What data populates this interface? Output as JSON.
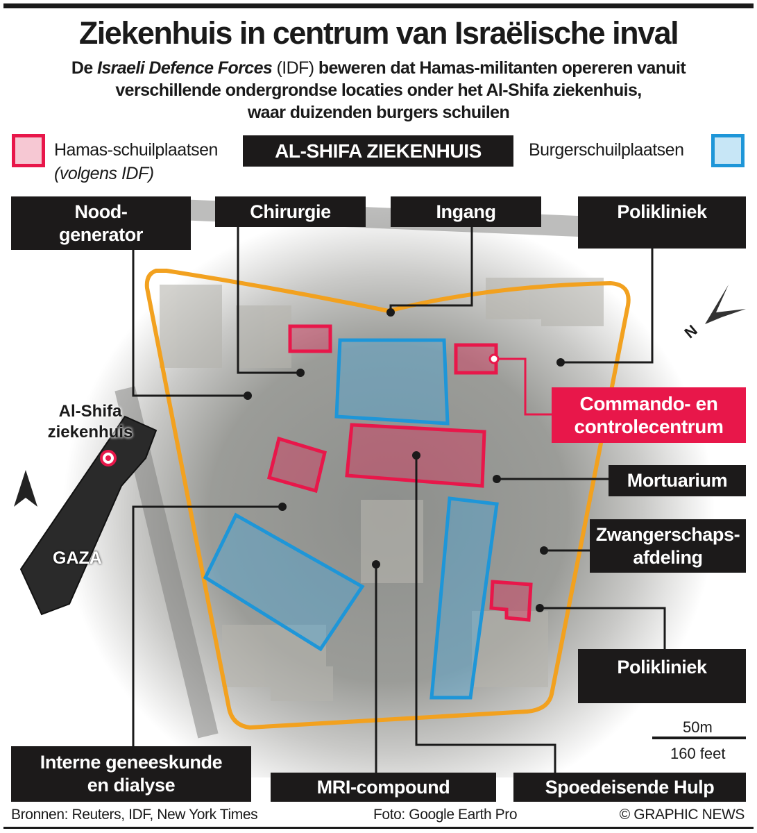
{
  "header": {
    "title": "Ziekenhuis in centrum van Israëlische inval",
    "subtitle_prefix": "De ",
    "subtitle_italic": "Israeli Defence Forces",
    "subtitle_mid": " (IDF)",
    "subtitle_rest": " beweren dat Hamas-militanten opereren vanuit",
    "subtitle_line2": "verschillende ondergrondse locaties onder het Al-Shifa ziekenhuis,",
    "subtitle_line3": "waar duizenden burgers schuilen"
  },
  "legend": {
    "hamas_label": "Hamas-schuilplaatsen",
    "hamas_note": "(volgens IDF)",
    "civil_label": "Burgerschuilplaatsen",
    "center_title": "AL-SHIFA ZIEKENHUIS",
    "hamas_color": "#e8174a",
    "civil_color": "#1e96d8",
    "perimeter_color": "#f2a11f"
  },
  "labels": {
    "noodgenerator": "Nood-\ngenerator",
    "chirurgie": "Chirurgie",
    "ingang": "Ingang",
    "polikliniek_top": "Polikliniek",
    "commando": "Commando- en\ncontrolecentrum",
    "mortuarium": "Mortuarium",
    "zwangerschap": "Zwangerschaps-\nafdeling",
    "polikliniek_bottom": "Polikliniek",
    "interne": "Interne geneeskunde\nen dialyse",
    "mri": "MRI-compound",
    "spoed": "Spoedeisende Hulp"
  },
  "inset": {
    "place": "Al-Shifa\nziekenhuis",
    "region": "GAZA",
    "north": "N"
  },
  "scale": {
    "metric": "50m",
    "imperial": "160 feet"
  },
  "footer": {
    "sources": "Bronnen: Reuters, IDF, New York Times",
    "photo": "Foto: Google Earth Pro",
    "credit": "© GRAPHIC NEWS"
  }
}
